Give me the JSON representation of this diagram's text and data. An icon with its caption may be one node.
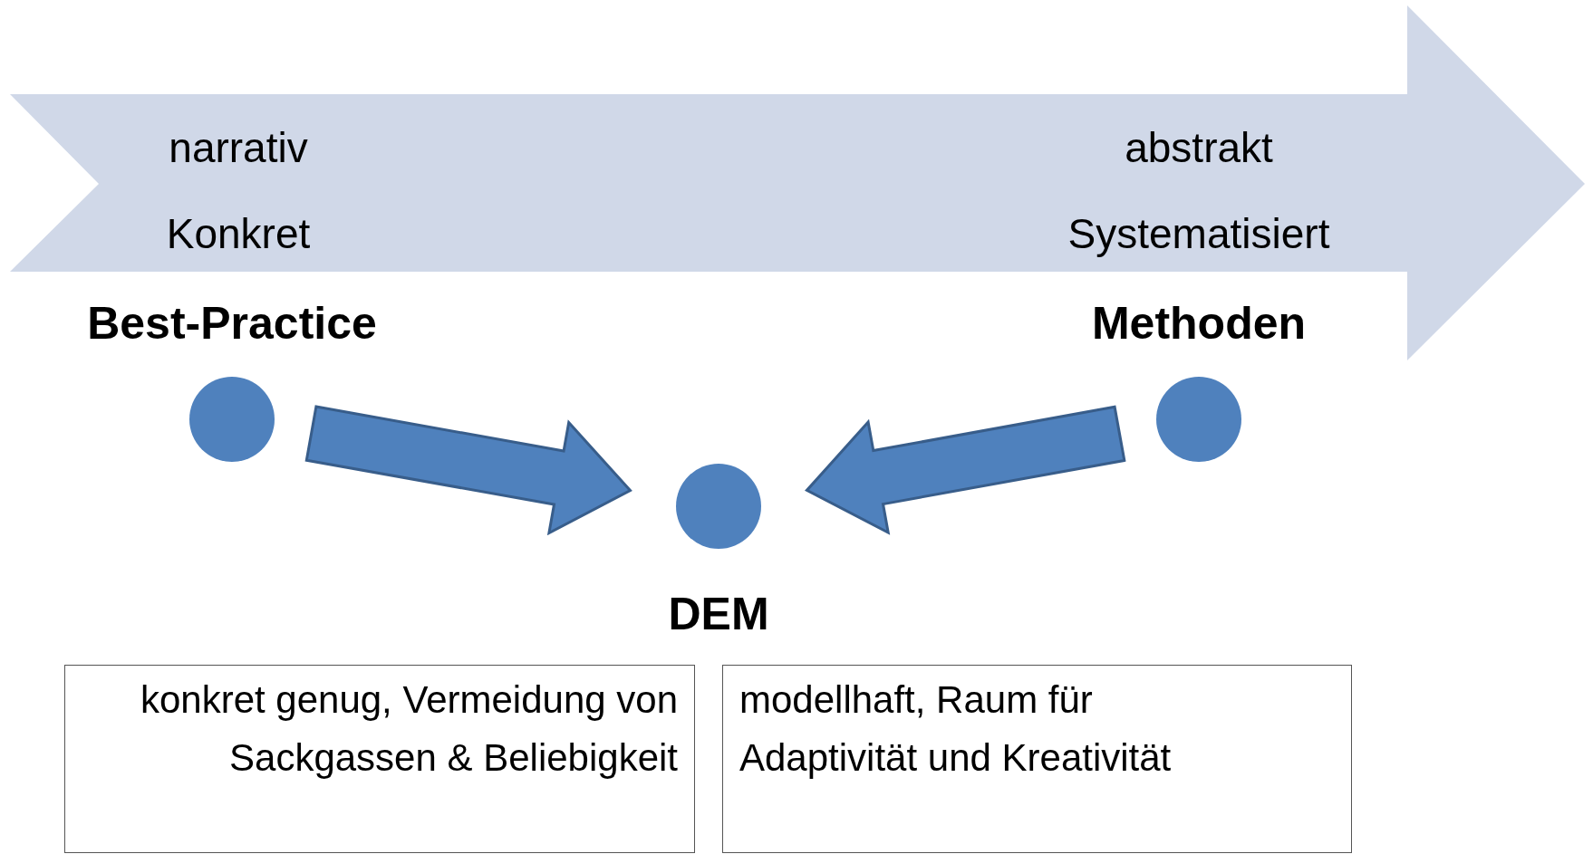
{
  "diagram": {
    "nodes": [
      {
        "text": [
          "narrativ",
          "Konkret",
          "abstrakt",
          "Systematisiert"
        ]
      },
      {
        "text": [
          "Best-Practice"
        ]
      },
      {
        "text": [
          "Methoden"
        ]
      },
      {
        "text": [
          "DEM"
        ]
      },
      {
        "text": [
          "konkret genug, Vermeidung von Sackgassen & Beliebigkeit"
        ]
      },
      {
        "text": [
          "modellhaft, Raum für Adaptivität und Kreativität"
        ]
      }
    ],
    "edges": [
      {
        "from": 1,
        "to": 3,
        "arrow": "to"
      },
      {
        "from": 2,
        "to": 3,
        "arrow": "to"
      }
    ]
  }
}
